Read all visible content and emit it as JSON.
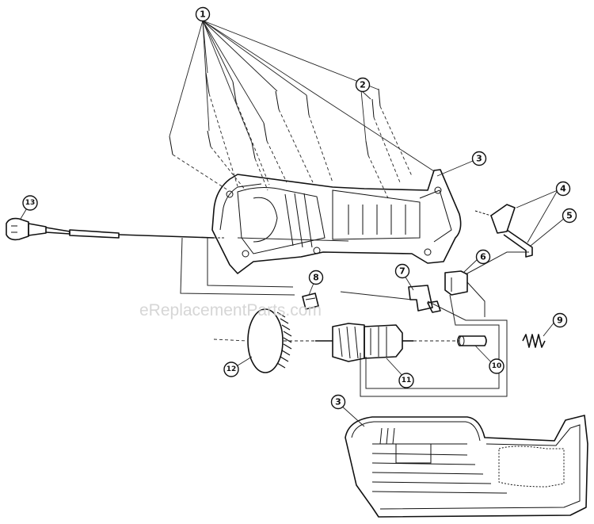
{
  "watermark": "eReplacementParts.com",
  "callouts": [
    {
      "id": "1",
      "label": "1"
    },
    {
      "id": "2",
      "label": "2"
    },
    {
      "id": "3a",
      "label": "3"
    },
    {
      "id": "4",
      "label": "4"
    },
    {
      "id": "5",
      "label": "5"
    },
    {
      "id": "6",
      "label": "6"
    },
    {
      "id": "7",
      "label": "7"
    },
    {
      "id": "8",
      "label": "8"
    },
    {
      "id": "9",
      "label": "9"
    },
    {
      "id": "10",
      "label": "10"
    },
    {
      "id": "11",
      "label": "11"
    },
    {
      "id": "12",
      "label": "12"
    },
    {
      "id": "13",
      "label": "13"
    },
    {
      "id": "3b",
      "label": "3"
    }
  ]
}
